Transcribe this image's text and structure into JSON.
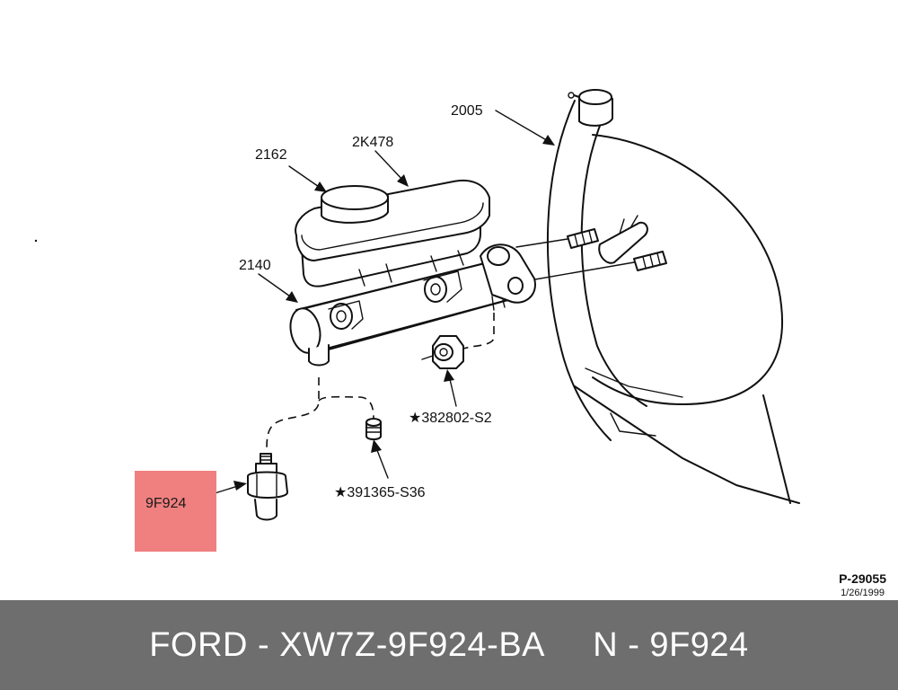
{
  "labels": {
    "booster": "2005",
    "reservoir_cap": "2162",
    "reservoir": "2K478",
    "master_cylinder": "2140",
    "nut": "★382802-S2",
    "fitting": "★391365-S36",
    "switch": "9F924"
  },
  "reference": {
    "code": "P-29055",
    "date": "1/26/1999"
  },
  "footer": {
    "text": "FORD - XW7Z-9F924-BA     N - 9F924"
  },
  "colors": {
    "highlight": "#f08080",
    "footer_bg": "#6e6e6e",
    "footer_text": "#ffffff"
  }
}
